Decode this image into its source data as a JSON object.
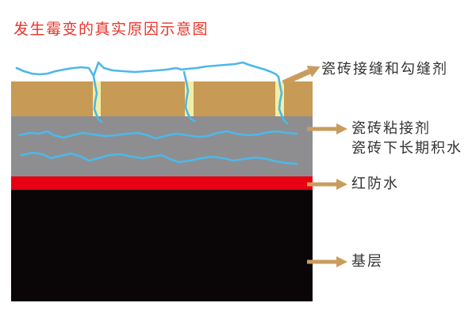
{
  "title": "发生霉变的真实原因示意图",
  "labels": {
    "joint": "瓷砖接缝和勾缝剂",
    "adhesive_line1": "瓷砖粘接剂",
    "adhesive_line2": "瓷砖下长期积水",
    "waterproof": "红防水",
    "base": "基层"
  },
  "colors": {
    "title_red": "#e8352b",
    "tile_tan": "#c79a55",
    "grout_yellow": "#f3eea6",
    "adhesive_gray": "#8e8e90",
    "waterproof_red": "#e60012",
    "base_black": "#0a0506",
    "water_blue": "#4cb8ea",
    "arrow_tan": "#c99c5e",
    "label_text": "#333333"
  }
}
